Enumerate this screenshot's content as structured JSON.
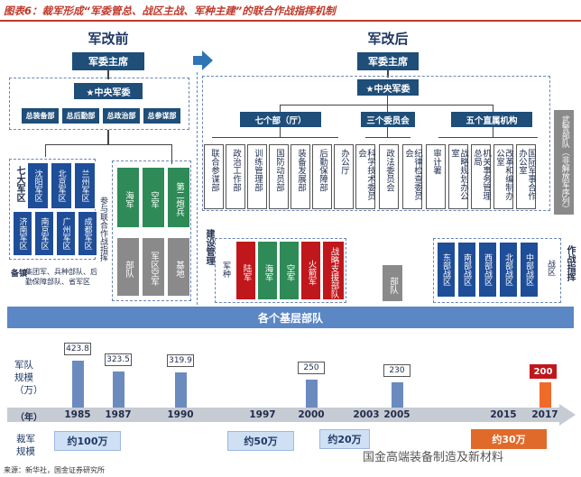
{
  "title": "图表6：裁军形成“军委管总、战区主战、军种主建”的联合作战指挥机制",
  "before": {
    "heading": "军改前",
    "cmc": "军委主席",
    "central": "★中央军委",
    "departments": [
      "总装备部",
      "总后勤部",
      "总政治部",
      "总参谋部"
    ],
    "regions_label": "七大军区",
    "regions": [
      "沈阳军区",
      "北京军区",
      "兰州军区",
      "济南军区",
      "南京军区",
      "广州军区",
      "成都军区"
    ],
    "joint_label": "参与联合作战指挥",
    "services": [
      "海军",
      "空军",
      "第二炮兵"
    ],
    "service_units": [
      "部队",
      "军区空军",
      "基地"
    ],
    "equip_label": "备镇",
    "equip_text": "集团军、兵种部队、后勤保障部队、省军区"
  },
  "after": {
    "heading": "军改后",
    "cmc": "军委主席",
    "central": "★中央军委",
    "groups": [
      "七个部（厅）",
      "三个委员会",
      "五个直属机构"
    ],
    "seven": [
      "联合参谋部",
      "政治工作部",
      "训练管理部",
      "国防动员部",
      "装备发展部",
      "后勤保障部",
      "办公厅"
    ],
    "three": [
      "科学技术委员会",
      "政法委员会",
      "纪律检查委员会"
    ],
    "five": [
      "审计署",
      "战略规划办公室",
      "机关事务管理总局",
      "改革和编制办公室",
      "国际军事合作办公室"
    ],
    "armed_police": "武警部队（非解放军序列）",
    "build_label": "建设管理",
    "branch_label": "军种",
    "branches": [
      "陆军",
      "海军",
      "空军",
      "火箭军",
      "战略支援部队"
    ],
    "troops": "部队",
    "theaters": [
      "东部战区",
      "南部战区",
      "西部战区",
      "北部战区",
      "中部战区"
    ],
    "theater_label": "战区",
    "combat_label": "作战指挥"
  },
  "band": "各个基层部队",
  "scale_label": "军队规模（万）",
  "cut_label": "裁军规模",
  "chart_data": {
    "type": "bar",
    "x": [
      "1985",
      "1987",
      "1990",
      "1997",
      "2000",
      "2003",
      "2005",
      "2015",
      "2017"
    ],
    "bars": [
      {
        "year": "1985",
        "value": 423.8,
        "label": "423.8"
      },
      {
        "year": "1987",
        "value": 323.5,
        "label": "323.5"
      },
      {
        "year": "1990",
        "value": 319.9,
        "label": "319.9"
      },
      {
        "year": "2000",
        "value": 250,
        "label": "250"
      },
      {
        "year": "2005",
        "value": 230,
        "label": "230"
      },
      {
        "year": "2017",
        "value": 200,
        "label": "200"
      }
    ],
    "timeline_start": "（年）",
    "cuts": [
      "约100万",
      "约50万",
      "约20万",
      "约30万"
    ]
  },
  "source": "来源：新华社，国金证券研究所",
  "watermark": "国金高端装备制造及新材料",
  "colors": {
    "navy": "#1f4e79",
    "green": "#2e8b57",
    "red": "#c0171c",
    "grey": "#8a8a8a",
    "blue": "#1f4e99",
    "accent": "#c0392b"
  }
}
